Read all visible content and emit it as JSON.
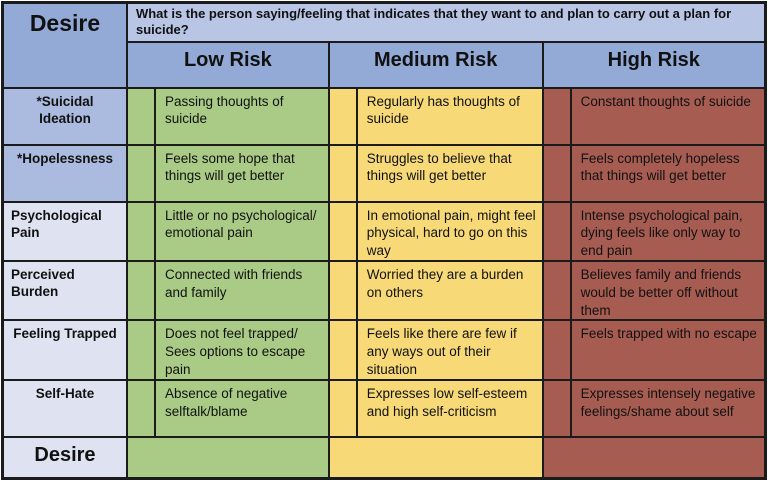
{
  "header": {
    "desire_label": "Desire",
    "question": "What is the person saying/feeling that indicates that they want to and plan to carry out a plan for suicide?"
  },
  "columns": [
    {
      "key": "low",
      "label": "Low Risk",
      "color": "#aacb86"
    },
    {
      "key": "medium",
      "label": "Medium Risk",
      "color": "#f7d978"
    },
    {
      "key": "high",
      "label": "High Risk",
      "color": "#a75c52"
    }
  ],
  "rows": [
    {
      "label": "*Suicidal Ideation",
      "low": "Passing thoughts of suicide",
      "medium": "Regularly has thoughts of suicide",
      "high": "Constant thoughts of suicide"
    },
    {
      "label": "*Hopelessness",
      "low": "Feels some hope that things will get better",
      "medium": "Struggles to believe that things will get better",
      "high": "Feels completely hopeless that things will get better"
    },
    {
      "label": "Psychological Pain",
      "low": "Little or no psychological/ emotional pain",
      "medium": "In emotional pain, might feel physical, hard to go on this way",
      "high": "Intense psychological pain, dying feels like only way to end pain"
    },
    {
      "label": "Perceived Burden",
      "low": "Connected with friends and family",
      "medium": "Worried they are a burden on others",
      "high": "Believes family and friends would be better off without them"
    },
    {
      "label": "Feeling Trapped",
      "low": "Does not feel trapped/ Sees options to escape pain",
      "medium": "Feels like there are few if any ways out of their situation",
      "high": "Feels trapped with no escape"
    },
    {
      "label": "Self-Hate",
      "low": "Absence of negative selftalk/blame",
      "medium": "Expresses low self-esteem and high self-criticism",
      "high": "Expresses intensely negative feelings/shame about self"
    }
  ],
  "footer": {
    "desire_label": "Desire"
  },
  "colors": {
    "header_blue": "#93a9d6",
    "question_blue": "#b9c5e5",
    "label_dark_blue": "#abbadf",
    "label_light_blue": "#dfe3f1",
    "low_green": "#aacb86",
    "medium_yellow": "#f7d978",
    "high_red": "#a75c52",
    "border_black": "#1b1b1b"
  }
}
